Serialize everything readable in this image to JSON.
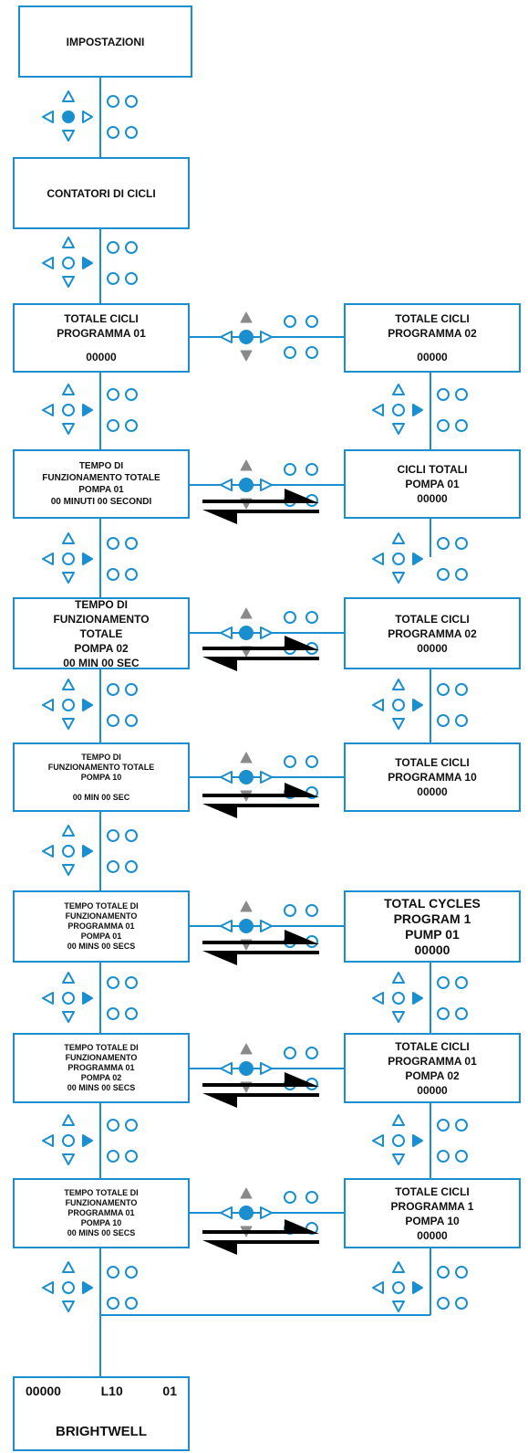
{
  "colors": {
    "accent": "#1a8fcf",
    "grey": "#8a8a8a",
    "text": "#111111",
    "arrow": "#000000"
  },
  "boxes": {
    "settings": [
      "IMPOSTAZIONI"
    ],
    "cycle_counters": [
      "CONTATORI DI CICLI"
    ],
    "row1_left": [
      "TOTALE CICLI",
      "PROGRAMMA 01",
      "",
      "00000"
    ],
    "row1_right": [
      "TOTALE CICLI",
      "PROGRAMMA 02",
      "",
      "00000"
    ],
    "row2_left": [
      "TEMPO DI",
      "FUNZIONAMENTO TOTALE",
      "POMPA 01",
      "00 MINUTI 00 SECONDI"
    ],
    "row2_right": [
      "CICLI TOTALI",
      "POMPA 01",
      "00000"
    ],
    "row3_left": [
      "TEMPO DI",
      "FUNZIONAMENTO",
      "TOTALE",
      "POMPA 02",
      "00 MIN 00 SEC"
    ],
    "row3_right": [
      "TOTALE CICLI",
      "PROGRAMMA 02",
      "00000"
    ],
    "row4_left": [
      "TEMPO DI",
      "FUNZIONAMENTO TOTALE",
      "POMPA 10",
      "",
      "00 MIN 00 SEC"
    ],
    "row4_right": [
      "TOTALE CICLI",
      "PROGRAMMA 10",
      "00000"
    ],
    "row5_left": [
      "TEMPO TOTALE DI",
      "FUNZIONAMENTO",
      "PROGRAMMA 01",
      "POMPA 01",
      "00 MINS 00 SECS"
    ],
    "row5_right": [
      "TOTAL CYCLES",
      "PROGRAM 1",
      "PUMP 01",
      "00000"
    ],
    "row6_left": [
      "TEMPO TOTALE DI",
      "FUNZIONAMENTO",
      "PROGRAMMA 01",
      "POMPA 02",
      "00 MINS 00 SECS"
    ],
    "row6_right": [
      "TOTALE CICLI",
      "PROGRAMMA 01",
      "POMPA 02",
      "00000"
    ],
    "row7_left": [
      "TEMPO TOTALE DI",
      "FUNZIONAMENTO",
      "PROGRAMMA 01",
      "POMPA 10",
      "00 MINS 00 SECS"
    ],
    "row7_right": [
      "TOTALE CICLI",
      "PROGRAMMA 1",
      "POMPA 10",
      "00000"
    ]
  },
  "final_display": {
    "counter": "00000",
    "level": "L10",
    "program": "01",
    "brand": "BRIGHTWELL"
  },
  "keypads": {
    "left": [
      {
        "press": "center"
      },
      {
        "press": "right"
      },
      {
        "press": "right"
      },
      {
        "press": "right"
      },
      {
        "press": "right"
      },
      {
        "press": "right"
      },
      {
        "press": "right"
      },
      {
        "press": "right"
      },
      {
        "press": "right"
      }
    ],
    "horizontal": [
      {
        "press": "up-down"
      },
      {
        "press": "up-down"
      },
      {
        "press": "up-down"
      },
      {
        "press": "up-down"
      },
      {
        "press": "up-down"
      },
      {
        "press": "up-down"
      },
      {
        "press": "up-down"
      }
    ],
    "right": [
      {
        "press": "right"
      },
      {
        "press": "right"
      },
      {
        "press": "right"
      },
      {
        "press": "right"
      },
      {
        "press": "right"
      },
      {
        "press": "right"
      }
    ]
  },
  "exchange_arrows": 6
}
